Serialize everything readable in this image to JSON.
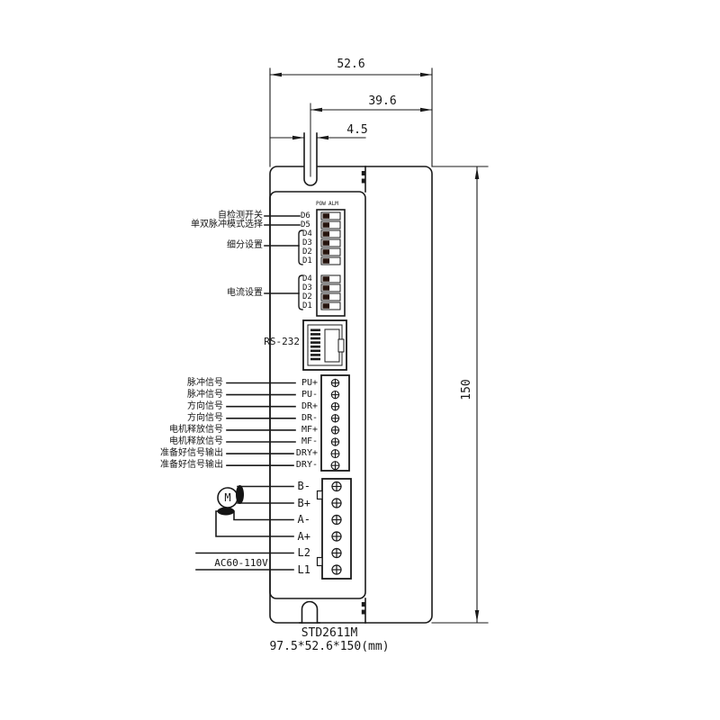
{
  "drawing": {
    "model": "STD2611M",
    "overall_size": "97.5*52.6*150(mm)"
  },
  "dimensions": {
    "width": "52.6",
    "slot_to_edge": "39.6",
    "slot_width": "4.5",
    "height": "150"
  },
  "panel": {
    "led_pow": "POW",
    "led_alm": "ALM",
    "rs232": "RS-232"
  },
  "dip": {
    "top_labels": [
      "D6",
      "D5",
      "D4",
      "D3",
      "D2",
      "D1"
    ],
    "bottom_labels": [
      "D4",
      "D3",
      "D2",
      "D1"
    ],
    "callout_self_test": "自检测开关",
    "callout_pulse_mode": "单双脉冲模式选择",
    "callout_microstep": "细分设置",
    "callout_current": "电流设置"
  },
  "signals": {
    "rows": [
      {
        "cn": "脉冲信号",
        "pin": "PU+"
      },
      {
        "cn": "脉冲信号",
        "pin": "PU-"
      },
      {
        "cn": "方向信号",
        "pin": "DR+"
      },
      {
        "cn": "方向信号",
        "pin": "DR-"
      },
      {
        "cn": "电机释放信号",
        "pin": "MF+"
      },
      {
        "cn": "电机释放信号",
        "pin": "MF-"
      },
      {
        "cn": "准备好信号输出",
        "pin": "DRY+"
      },
      {
        "cn": "准备好信号输出",
        "pin": "DRY-"
      }
    ]
  },
  "power": {
    "pins": [
      "B-",
      "B+",
      "A-",
      "A+",
      "L2",
      "L1"
    ],
    "ac_label": "AC60-110V",
    "motor_letter": "M"
  },
  "colors": {
    "line": "#1a1a1a",
    "switch_fill": "#26140d"
  }
}
